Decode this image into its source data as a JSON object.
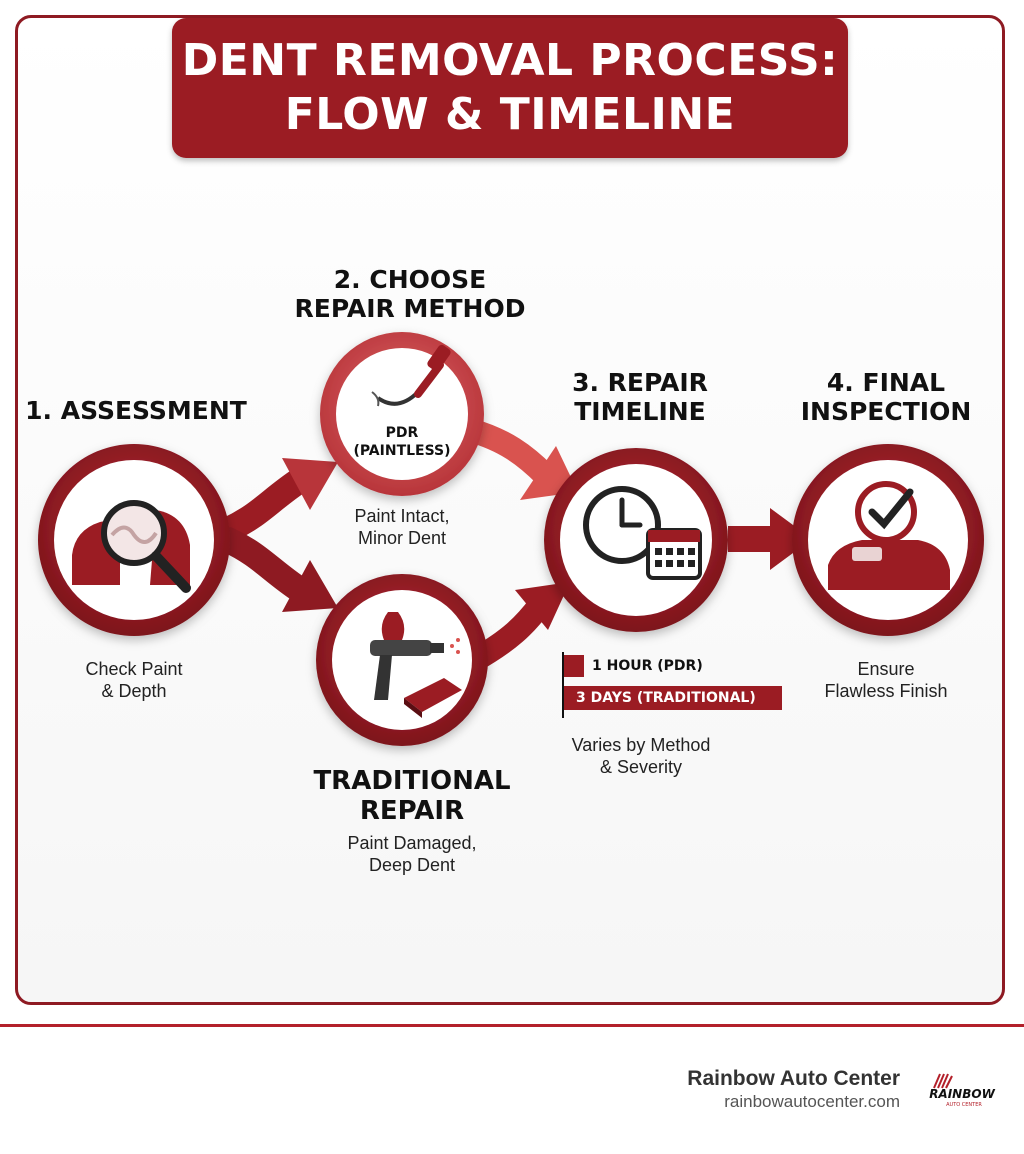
{
  "title": {
    "line1": "DENT REMOVAL PROCESS:",
    "line2": "FLOW & TIMELINE"
  },
  "steps": {
    "assessment": {
      "label": "1. ASSESSMENT",
      "desc_line1": "Check Paint",
      "desc_line2": "& Depth",
      "icon": "car-magnifier-icon"
    },
    "choose": {
      "label_line1": "2. CHOOSE",
      "label_line2": "REPAIR METHOD"
    },
    "pdr": {
      "label_line1": "PDR",
      "label_line2": "(PAINTLESS)",
      "desc_line1": "Paint Intact,",
      "desc_line2": "Minor Dent",
      "icon": "pdr-tool-icon"
    },
    "traditional": {
      "label_line1": "TRADITIONAL",
      "label_line2": "REPAIR",
      "desc_line1": "Paint Damaged,",
      "desc_line2": "Deep Dent",
      "icon": "spray-gun-icon"
    },
    "timeline": {
      "label_line1": "3. REPAIR",
      "label_line2": "TIMELINE",
      "desc_line1": "Varies by Method",
      "desc_line2": "& Severity",
      "icon": "clock-calendar-icon",
      "bars": [
        {
          "label": "1 HOUR (PDR)"
        },
        {
          "label": "3 DAYS (TRADITIONAL)"
        }
      ]
    },
    "inspection": {
      "label_line1": "4. FINAL",
      "label_line2": "INSPECTION",
      "desc_line1": "Ensure",
      "desc_line2": "Flawless Finish",
      "icon": "car-checkmark-icon"
    }
  },
  "footer": {
    "brand": "Rainbow Auto Center",
    "url": "rainbowautocenter.com",
    "logo_text": "RAINBOW",
    "logo_sub": "AUTO CENTER"
  },
  "colors": {
    "primary": "#9b1c23",
    "light": "#d9534f",
    "border": "#8e1a22"
  }
}
